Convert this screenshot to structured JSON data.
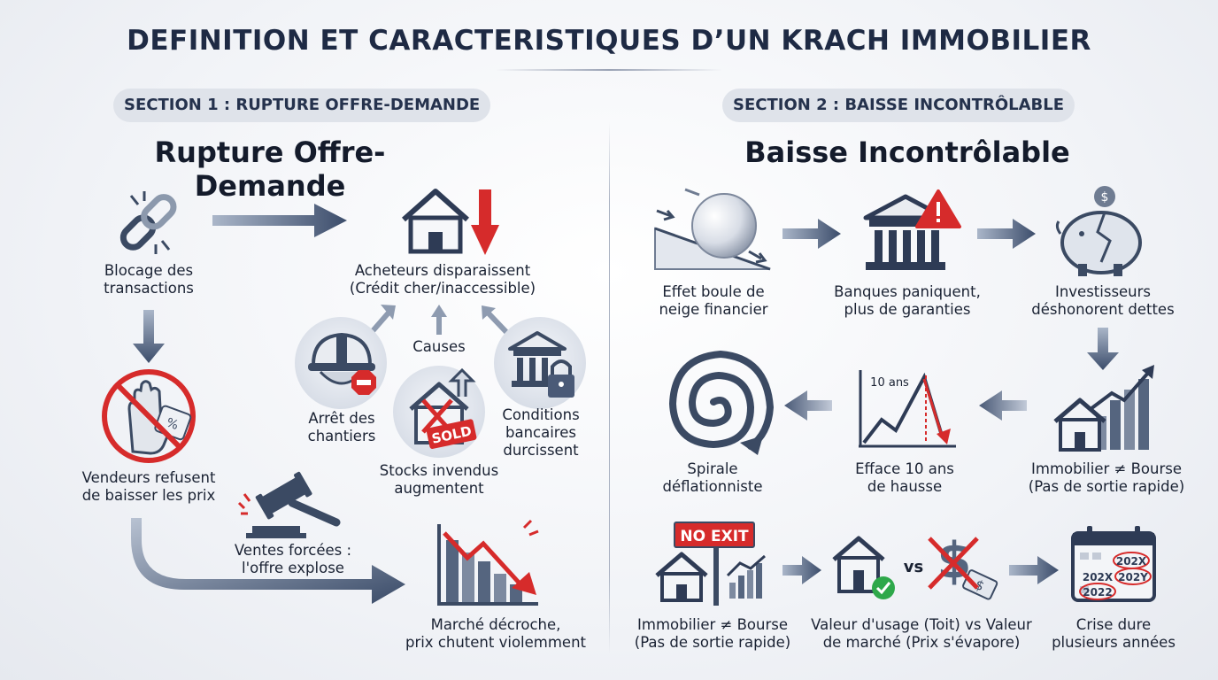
{
  "title": "DEFINITION ET CARACTERISTIQUES D’UN KRACH IMMOBILIER",
  "section1": {
    "pill": "SECTION 1 : RUPTURE OFFRE-DEMANDE",
    "heading": "Rupture Offre-Demande",
    "blocage": [
      "Blocage des",
      "transactions"
    ],
    "acheteurs": [
      "Acheteurs disparaissent",
      "(Crédit cher/inaccessible)"
    ],
    "causes": "Causes",
    "arret": [
      "Arrêt des",
      "chantiers"
    ],
    "conditions": [
      "Conditions",
      "bancaires",
      "durcissent"
    ],
    "stocks": [
      "Stocks invendus",
      "augmentent"
    ],
    "sold_tag": "SOLD",
    "vendeurs": [
      "Vendeurs refusent",
      "de baisser les prix"
    ],
    "ventes": [
      "Ventes forcées :",
      "l'offre explose"
    ],
    "marche": [
      "Marché décroche,",
      "prix chutent violemment"
    ]
  },
  "section2": {
    "pill": "SECTION 2 : BAISSE INCONTRÔLABLE",
    "heading": "Baisse Incontrôlable",
    "boule": [
      "Effet boule de",
      "neige financier"
    ],
    "banques": [
      "Banques paniquent,",
      "plus de garanties"
    ],
    "investisseurs": [
      "Investisseurs",
      "déshonorent dettes"
    ],
    "spirale": [
      "Spirale",
      "déflationniste"
    ],
    "efface": [
      "Efface 10 ans",
      "de hausse"
    ],
    "efface_chart_label": "10 ans",
    "immo_bourse_1": [
      "Immobilier ≠ Bourse",
      "(Pas de sortie rapide)"
    ],
    "no_exit": "NO EXIT",
    "immo_bourse_2": [
      "Immobilier ≠ Bourse",
      "(Pas de sortie rapide)"
    ],
    "vs": "vs",
    "valeur": [
      "Valeur d'usage (Toit) vs Valeur",
      "de marché (Prix s'évapore)"
    ],
    "calendar_years": [
      "202X",
      "202X",
      "202Y",
      "2022"
    ],
    "crise": [
      "Crise dure",
      "plusieurs années"
    ]
  },
  "colors": {
    "navy": "#2b3a55",
    "steel": "#5b6c88",
    "alert_red": "#d62b2b",
    "check_green": "#2ea84a"
  }
}
